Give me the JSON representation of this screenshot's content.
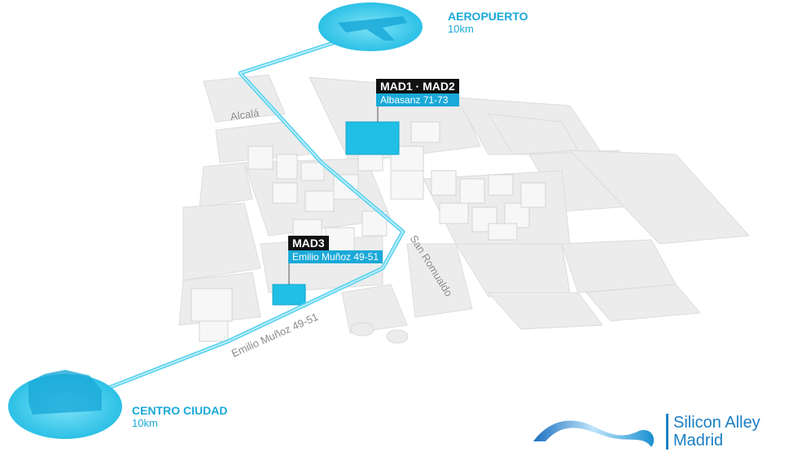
{
  "destinations": {
    "airport": {
      "name": "AEROPUERTO",
      "distance": "10km"
    },
    "city_center": {
      "name": "CENTRO CIUDAD",
      "distance": "10km"
    }
  },
  "offices": [
    {
      "name": "MAD1 · MAD2",
      "address": "Albasanz 71-73"
    },
    {
      "name": "MAD3",
      "address": "Emilio Muñoz 49-51"
    }
  ],
  "streets": {
    "alcala": "Alcalá",
    "san_romualdo": "San Romualdo",
    "emilio_munoz": "Emilio Muñoz 49-51"
  },
  "brand": {
    "line1": "Silicon Alley",
    "line2": "Madrid"
  },
  "colors": {
    "accent": "#1aa9d8",
    "route": "#5fd3ef",
    "block": "#e9e9e9",
    "logo": "#1a7fc4"
  }
}
